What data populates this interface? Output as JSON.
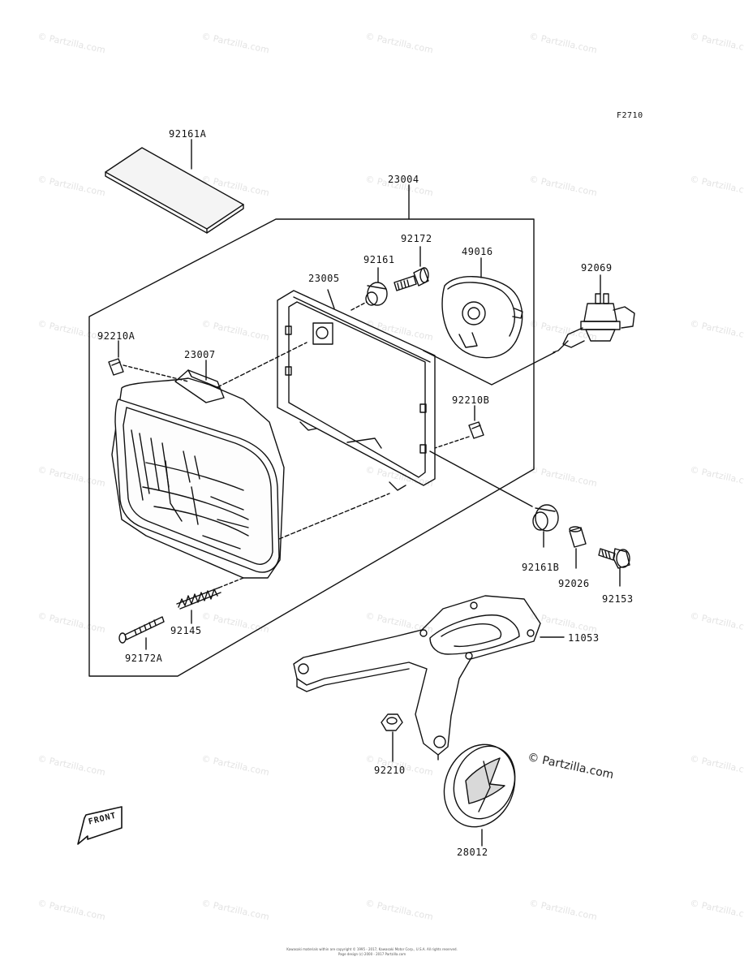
{
  "figure_code": "F2710",
  "parts": {
    "p92161A": "92161A",
    "p23004": "23004",
    "p92172": "92172",
    "p92161": "92161",
    "p49016": "49016",
    "p23005": "23005",
    "p92069": "92069",
    "p92210A": "92210A",
    "p23007": "23007",
    "p92210B": "92210B",
    "p92161B": "92161B",
    "p92026": "92026",
    "p92153": "92153",
    "p92145": "92145",
    "p92172A": "92172A",
    "p11053": "11053",
    "p92210": "92210",
    "p28012": "28012"
  },
  "front_arrow_text": "FRONT",
  "watermark": "© Partzilla.com",
  "watermark_main": "© Partzilla.com",
  "copyright_line1": "Kawasaki materials within are copyright © 1995 - 2017, Kawasaki Motor Corp., U.S.A. All rights reserved.",
  "copyright_line2": "Page design (c) 2000 - 2017 Partzilla.com"
}
